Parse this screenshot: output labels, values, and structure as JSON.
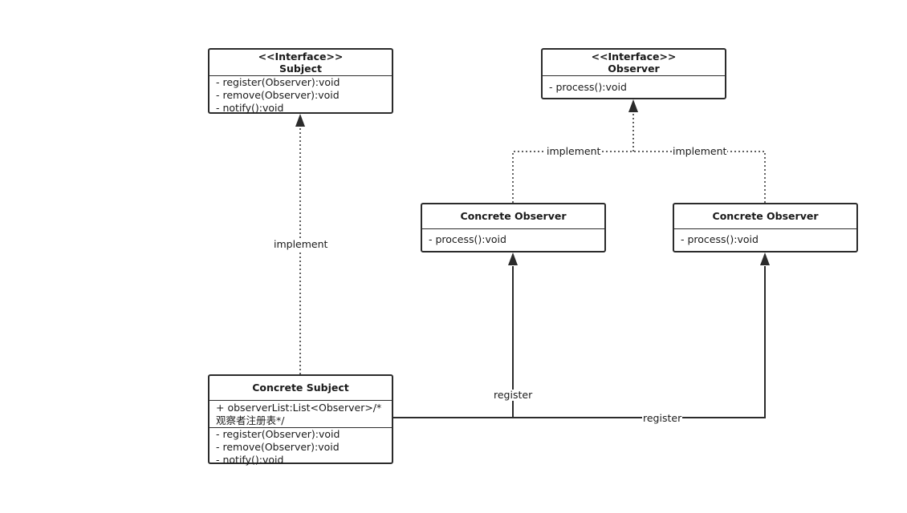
{
  "subject_interface": {
    "stereotype": "<<Interface>>",
    "name": "Subject",
    "methods": [
      "- register(Observer):void",
      "- remove(Observer):void",
      "- notify():void"
    ]
  },
  "observer_interface": {
    "stereotype": "<<Interface>>",
    "name": "Observer",
    "methods": [
      "- process():void"
    ]
  },
  "concrete_observer_1": {
    "name": "Concrete Observer",
    "methods": [
      "- process():void"
    ]
  },
  "concrete_observer_2": {
    "name": "Concrete Observer",
    "methods": [
      "- process():void"
    ]
  },
  "concrete_subject": {
    "name": "Concrete Subject",
    "attributes": [
      "+ observerList:List<Observer>/*观察者注册表*/"
    ],
    "methods": [
      "- register(Observer):void",
      "- remove(Observer):void",
      "- notify():void"
    ]
  },
  "edges": {
    "subject_implement": "implement",
    "observer_implement_left": "implement",
    "observer_implement_right": "implement",
    "register_1": "register",
    "register_2": "register"
  },
  "colors": {
    "line": "#2b2b2b",
    "background": "#ffffff"
  }
}
